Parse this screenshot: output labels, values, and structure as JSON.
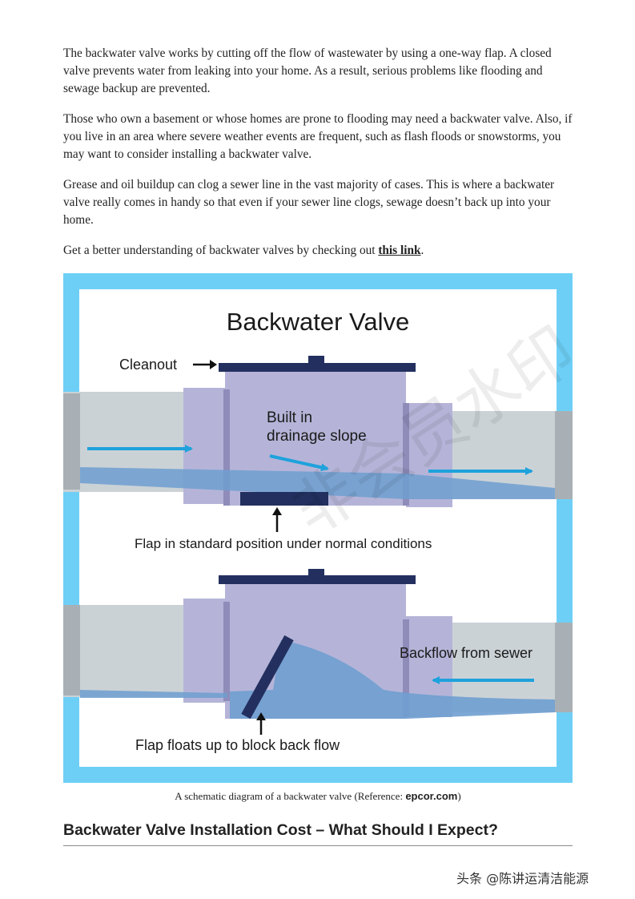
{
  "article": {
    "paragraphs": [
      "The backwater valve works by cutting off the flow of wastewater by using a one-way flap. A closed valve prevents water from leaking into your home. As a result, serious problems like flooding and sewage backup are prevented.",
      "Those who own a basement or whose homes are prone to flooding may need a backwater valve. Also, if you live in an area where severe weather events are frequent, such as flash floods or snowstorms, you may want to consider installing a backwater valve.",
      "Grease and oil buildup can clog a sewer line in the vast majority of cases. This is where a backwater valve really comes in handy so that even if your sewer line clogs, sewage doesn’t back up into your home."
    ],
    "link_para_prefix": "Get a better understanding of backwater valves by checking out ",
    "link_text": "this link",
    "link_para_suffix": "."
  },
  "figure": {
    "title": "Backwater Valve",
    "labels": {
      "cleanout": "Cleanout",
      "slope_line1": "Built in",
      "slope_line2": "drainage slope",
      "flap_normal": "Flap in standard position under normal conditions",
      "backflow": "Backflow from sewer",
      "flap_floats": "Flap floats up to block back flow"
    },
    "watermark": "非会员水印",
    "colors": {
      "frame": "#6ecff6",
      "pipe": "#cbd2d6",
      "pipe_end": "#a9b0b5",
      "valve": "#b5b4d8",
      "valve_edge": "#8f8cba",
      "water": "#6f9fd0",
      "flap": "#23305f",
      "arrow": "#1ea2dc"
    }
  },
  "caption": {
    "prefix": "A schematic diagram of a backwater valve (Reference: ",
    "source": "epcor.com",
    "suffix": ")"
  },
  "section_heading": "Backwater Valve Installation Cost – What Should I Expect?",
  "credit": "头条 @陈讲运清洁能源"
}
